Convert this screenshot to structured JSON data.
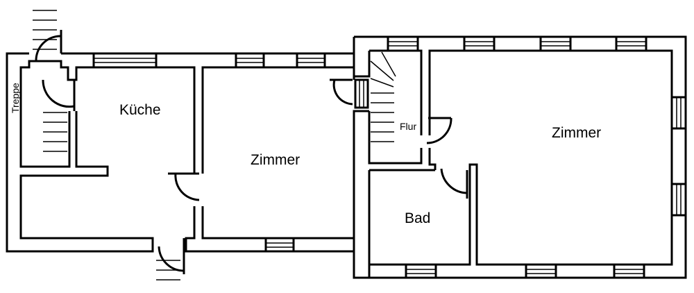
{
  "rooms": {
    "kitchen": "Küche",
    "room_left": "Zimmer",
    "stairs": "Treppe",
    "hall": "Flur",
    "bath": "Bad",
    "room_right": "Zimmer"
  }
}
